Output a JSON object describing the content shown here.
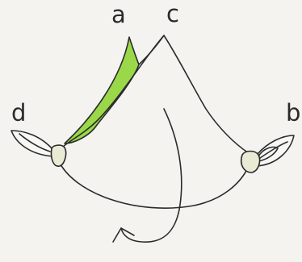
{
  "labels": {
    "a": "a",
    "b": "b",
    "c": "c",
    "d": "d"
  },
  "colors": {
    "shaded_region": "#9ad84a",
    "ink": "#2b2b2b",
    "paper": "#f4f3f0",
    "knot_fill": "#e9ebd4"
  }
}
